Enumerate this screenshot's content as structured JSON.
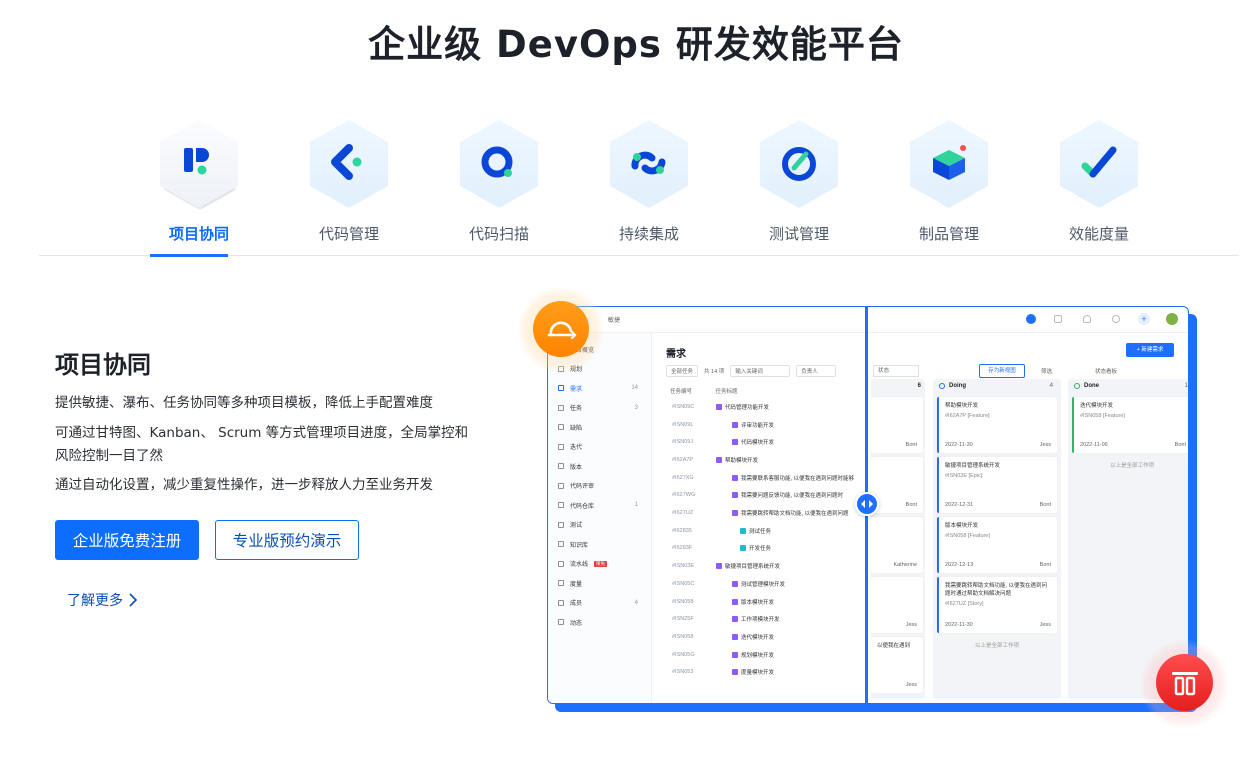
{
  "hero": {
    "title": "企业级 DevOps 研发效能平台"
  },
  "tabs": [
    {
      "label": "项目协同",
      "icon": "project-collab-icon",
      "active": true
    },
    {
      "label": "代码管理",
      "icon": "code-manage-icon"
    },
    {
      "label": "代码扫描",
      "icon": "code-scan-icon"
    },
    {
      "label": "持续集成",
      "icon": "ci-icon"
    },
    {
      "label": "测试管理",
      "icon": "test-manage-icon"
    },
    {
      "label": "制品管理",
      "icon": "artifact-icon"
    },
    {
      "label": "效能度量",
      "icon": "metrics-icon"
    }
  ],
  "section": {
    "title": "项目协同",
    "desc1": "提供敏捷、瀑布、任务协同等多种项目模板，降低上手配置难度",
    "desc2": "可通过甘特图、Kanban、 Scrum 等方式管理项目进度，全局掌控和风险控制一目了然",
    "desc3": "通过自动化设置，减少重复性操作，进一步释放人力至业务开发",
    "btn_primary": "企业版免费注册",
    "btn_outline": "专业版预约演示",
    "learn_more": "了解更多"
  },
  "mock": {
    "project": "敏捷",
    "main_title": "需求",
    "filter_all": "全部任务",
    "filter_count": "共 14 项",
    "filter_search": "输入关键词",
    "filter_owner": "负责人",
    "filter_status": "状态",
    "save_view": "存为新视图",
    "filter_label": "筛选",
    "board_label": "状态看板",
    "new_req": "+ 新建需求",
    "col_code": "任务编号",
    "col_title": "任务标题",
    "sidebar": [
      {
        "label": "项目概览"
      },
      {
        "label": "规划"
      },
      {
        "label": "需求",
        "count": "14",
        "active": true
      },
      {
        "label": "任务",
        "count": "3"
      },
      {
        "label": "缺陷"
      },
      {
        "label": "迭代"
      },
      {
        "label": "版本"
      },
      {
        "label": "代码评审"
      },
      {
        "label": "代码仓库",
        "count": "1"
      },
      {
        "label": "测试"
      },
      {
        "label": "知识库"
      },
      {
        "label": "流水线",
        "tag": "限免"
      },
      {
        "label": "度量"
      },
      {
        "label": "成员",
        "count": "4"
      },
      {
        "label": "动态"
      }
    ],
    "rows": [
      {
        "code": "#ISN09C",
        "title": "代码管理功能开发",
        "indent": 0
      },
      {
        "code": "#ISN09L",
        "title": "评审功能开发",
        "indent": 1
      },
      {
        "code": "#ISN09J",
        "title": "代码模块开发",
        "indent": 1
      },
      {
        "code": "#I62A7P",
        "title": "帮助模块开发",
        "indent": 0
      },
      {
        "code": "#I627XG",
        "title": "我需要联系客服功能, 以便我在遇到问题时能够",
        "indent": 1
      },
      {
        "code": "#I627WG",
        "title": "我需要问题反馈功能, 以便我在遇到问题时",
        "indent": 1
      },
      {
        "code": "#I627UZ",
        "title": "我需要跳转帮助文档功能, 以便我在遇到问题",
        "indent": 1
      },
      {
        "code": "#I62835",
        "title": "测试任务",
        "indent": 2
      },
      {
        "code": "#I6283F",
        "title": "开发任务",
        "indent": 2
      },
      {
        "code": "#ISN03E",
        "title": "敏捷项目管理系统开发",
        "indent": 0
      },
      {
        "code": "#ISN05C",
        "title": "测试管理模块开发",
        "indent": 1
      },
      {
        "code": "#ISN058",
        "title": "版本模块开发",
        "indent": 1
      },
      {
        "code": "#ISN25F",
        "title": "工作项模块开发",
        "indent": 1
      },
      {
        "code": "#ISN058",
        "title": "迭代模块开发",
        "indent": 1
      },
      {
        "code": "#ISN05G",
        "title": "规划模块开发",
        "indent": 1
      },
      {
        "code": "#ISN053",
        "title": "度量模块开发",
        "indent": 1
      }
    ],
    "partial_col": {
      "count": "6",
      "users": [
        "Bont",
        "Bont",
        "Katherine",
        "Jess",
        "Jess"
      ],
      "snippet": "以便我在遇到"
    },
    "doing": {
      "title": "Doing",
      "count": "4",
      "cards": [
        {
          "title": "帮助模块开发",
          "meta": "#I62A7P  [Feature]",
          "date": "2022-11-30",
          "user": "Jess"
        },
        {
          "title": "敏捷项目管理系统开发",
          "meta": "#ISN03E  [Epic]",
          "date": "2022-12-31",
          "user": "Bont"
        },
        {
          "title": "版本模块开发",
          "meta": "#ISN058  [Feature]",
          "date": "2022-12-13",
          "user": "Bont"
        },
        {
          "title": "我需要跳转帮助文档功能, 以便我在遇到问题时通过帮助文档解决问题",
          "meta": "#I627UZ  [Story]",
          "date": "2022-11-30",
          "user": "Jess"
        }
      ],
      "footer": "以上是全部工作项"
    },
    "done": {
      "title": "Done",
      "count": "1",
      "cards": [
        {
          "title": "迭代模块开发",
          "meta": "#ISN058  [Feature]",
          "date": "2022-11-06",
          "user": "Bont"
        }
      ],
      "footer": "以上是全部工作项"
    }
  },
  "colors": {
    "accent": "#0c6dff",
    "cycle": "#ff8c00",
    "red": "#e41e1e"
  }
}
